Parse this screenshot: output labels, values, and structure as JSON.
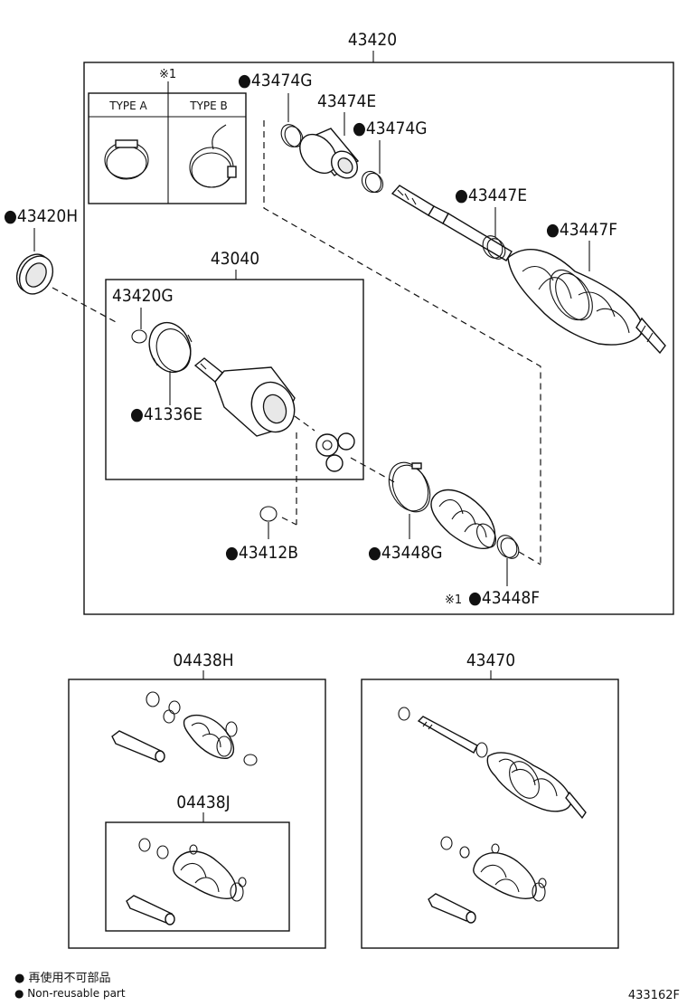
{
  "main_assembly": {
    "number": "43420",
    "note_mark": "※1",
    "type_table": {
      "type_a": "TYPE A",
      "type_b": "TYPE B"
    },
    "callouts": {
      "c43474g_top": "●43474G",
      "c43474e": "43474E",
      "c43474g_mid": "●43474G",
      "c43447e": "●43447E",
      "c43447f": "●43447F",
      "c43420h": "●43420H",
      "c43040": "43040",
      "c43420g": "43420G",
      "c41336e": "●41336E",
      "c43412b": "●43412B",
      "c43448g": "●43448G",
      "c43448f_mark": "※1",
      "c43448f": "●43448F"
    }
  },
  "kit_left": {
    "number": "04438H",
    "inner_number": "04438J"
  },
  "kit_right": {
    "number": "43470"
  },
  "legend": {
    "line1": "● 再使用不可部品",
    "line2": "● Non-reusable part"
  },
  "figure_id": "433162F"
}
